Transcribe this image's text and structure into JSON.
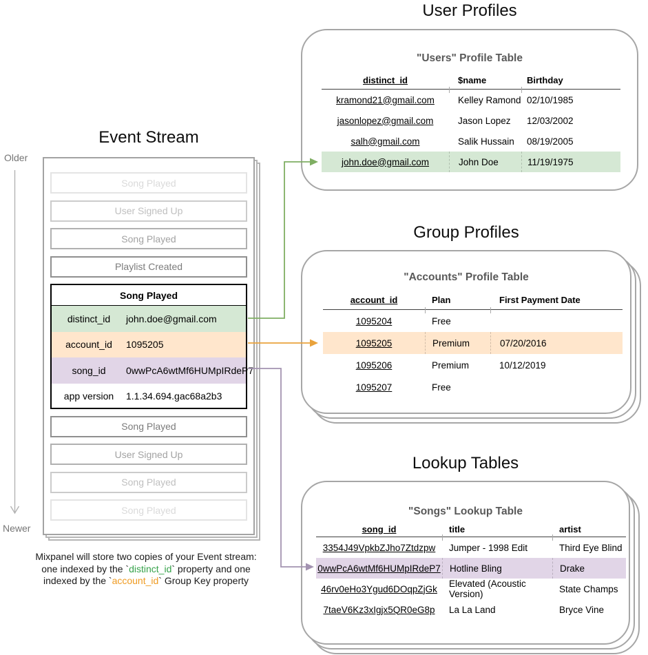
{
  "event_stream": {
    "title": "Event Stream",
    "older_label": "Older",
    "newer_label": "Newer",
    "events_before": [
      {
        "label": "Song Played",
        "tone": "4"
      },
      {
        "label": "User Signed Up",
        "tone": "3"
      },
      {
        "label": "Song Played",
        "tone": "2"
      },
      {
        "label": "Playlist Created",
        "tone": "1"
      }
    ],
    "expanded_event": {
      "title": "Song Played",
      "properties": [
        {
          "key": "distinct_id",
          "value": "john.doe@gmail.com",
          "highlight": "green"
        },
        {
          "key": "account_id",
          "value": "1095205",
          "highlight": "orange"
        },
        {
          "key": "song_id",
          "value": "0wwPcA6wtMf6HUMpIRdeP7",
          "highlight": "purple"
        },
        {
          "key": "app version",
          "value": "1.1.34.694.gac68a2b3",
          "highlight": "none"
        }
      ]
    },
    "events_after": [
      {
        "label": "Song Played",
        "tone": "1"
      },
      {
        "label": "User Signed Up",
        "tone": "2"
      },
      {
        "label": "Song Played",
        "tone": "3"
      },
      {
        "label": "Song Played",
        "tone": "4"
      }
    ]
  },
  "user_profiles": {
    "section_title": "User Profiles",
    "table_title": "\"Users\" Profile Table",
    "columns": [
      "distinct_id",
      "$name",
      "Birthday"
    ],
    "rows": [
      {
        "id": "kramond21@gmail.com",
        "col2": "Kelley Ramond",
        "col3": "02/10/1985",
        "highlight": "none"
      },
      {
        "id": "jasonlopez@gmail.com",
        "col2": "Jason Lopez",
        "col3": "12/03/2002",
        "highlight": "none"
      },
      {
        "id": "salh@gmail.com",
        "col2": "Salik Hussain",
        "col3": "08/19/2005",
        "highlight": "none"
      },
      {
        "id": "john.doe@gmail.com",
        "col2": "John Doe",
        "col3": "11/19/1975",
        "highlight": "green"
      }
    ]
  },
  "group_profiles": {
    "section_title": "Group Profiles",
    "table_title": "\"Accounts\" Profile Table",
    "columns": [
      "account_id",
      "Plan",
      "First Payment Date"
    ],
    "rows": [
      {
        "id": "1095204",
        "col2": "Free",
        "col3": "",
        "highlight": "none"
      },
      {
        "id": "1095205",
        "col2": "Premium",
        "col3": "07/20/2016",
        "highlight": "orange"
      },
      {
        "id": "1095206",
        "col2": "Premium",
        "col3": "10/12/2019",
        "highlight": "none"
      },
      {
        "id": "1095207",
        "col2": "Free",
        "col3": "",
        "highlight": "none"
      }
    ]
  },
  "lookup_tables": {
    "section_title": "Lookup Tables",
    "table_title": "\"Songs\" Lookup Table",
    "columns": [
      "song_id",
      "title",
      "artist"
    ],
    "rows": [
      {
        "id": "3354J49VpkbZJho7Ztdzpw",
        "col2": "Jumper - 1998 Edit",
        "col3": "Third Eye Blind",
        "highlight": "none"
      },
      {
        "id": "0wwPcA6wtMf6HUMpIRdeP7",
        "col2": "Hotline Bling",
        "col3": "Drake",
        "highlight": "purple"
      },
      {
        "id": "46rv0eHo3Ygud6DOqpZjGk",
        "col2": "Elevated (Acoustic Version)",
        "col3": "State Champs",
        "highlight": "none"
      },
      {
        "id": "7taeV6Kz3xIgjx5QR0eG8p",
        "col2": "La La Land",
        "col3": "Bryce Vine",
        "highlight": "none"
      }
    ]
  },
  "caption": {
    "line1": "Mixpanel will store two copies of your Event stream:",
    "line2_pre": "one indexed by the `",
    "line2_key": "distinct_id",
    "line2_post": "` property and one",
    "line3_pre": "indexed by the `",
    "line3_key": "account_id",
    "line3_post": "` Group Key property"
  },
  "colors": {
    "green_fill": "#d5e8d4",
    "orange_fill": "#ffe6cc",
    "purple_fill": "#e1d5e7",
    "green_text": "#35a24a",
    "orange_text": "#ef9b22",
    "arrow_green": "#7fae63",
    "arrow_orange": "#e9a23b",
    "arrow_purple": "#a393b1"
  }
}
